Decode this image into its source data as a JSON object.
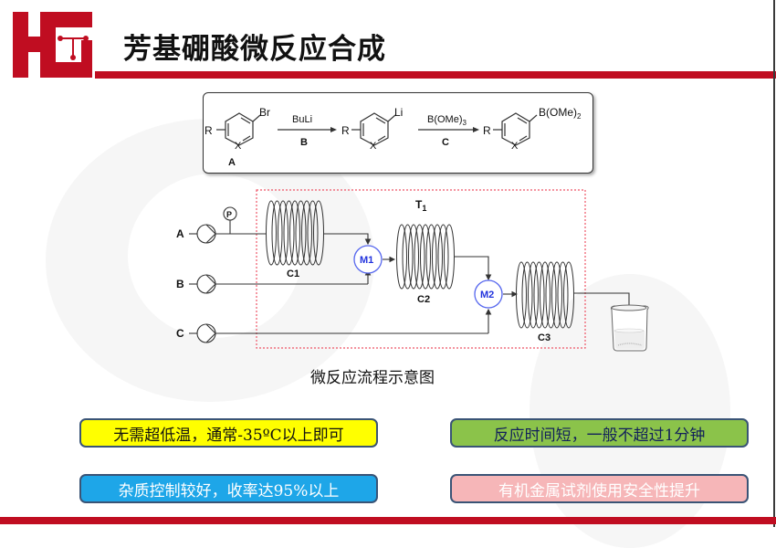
{
  "slide": {
    "title": "芳基硼酸微反应合成",
    "logo": {
      "label": "HT",
      "brand_color": "#c00d21"
    }
  },
  "scheme": {
    "compound_a": {
      "label": "A",
      "substituent": "Br",
      "r_group": "R",
      "heteroatom": "X"
    },
    "step_b": {
      "reagent": "BuLi",
      "label": "B"
    },
    "intermediate": {
      "substituent": "Li",
      "r_group": "R",
      "heteroatom": "X"
    },
    "step_c": {
      "reagent": "B(OMe)",
      "reagent_subscript": "3",
      "label": "C"
    },
    "product": {
      "substituent": "B(OMe)",
      "substituent_subscript": "2",
      "r_group": "R",
      "heteroatom": "X"
    }
  },
  "flow": {
    "feeds": [
      "A",
      "B",
      "C"
    ],
    "pressure_gauge": "P",
    "coils": [
      "C1",
      "C2",
      "C3"
    ],
    "mixers": [
      "M1",
      "M2"
    ],
    "temperature_zone": "T",
    "temperature_zone_subscript": "1",
    "caption": "微反应流程示意图"
  },
  "advantages": [
    {
      "text": "无需超低温，通常-35ºC以上即可",
      "color": "#ffff00"
    },
    {
      "text": "反应时间短，一般不超过1分钟",
      "color": "#8bc34a"
    },
    {
      "text": "杂质控制较好，收率达95%以上",
      "color": "#1ea6e8"
    },
    {
      "text": "有机金属试剂使用安全性提升",
      "color": "#f6b6b8"
    }
  ]
}
